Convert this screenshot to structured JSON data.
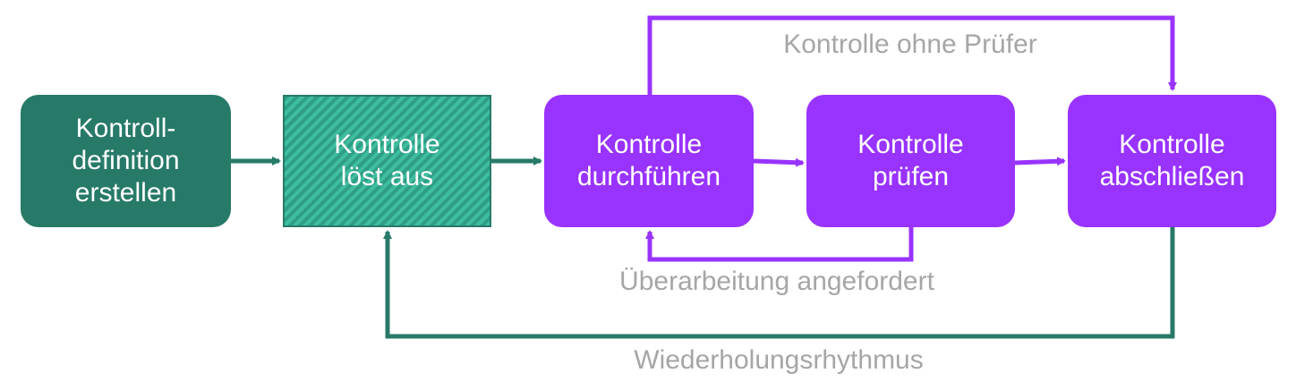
{
  "boxes": {
    "define": "Kontroll-\ndefinition\nerstellen",
    "trigger": "Kontrolle\nlöst aus",
    "perform": "Kontrolle\ndurchführen",
    "review": "Kontrolle\nprüfen",
    "complete": "Kontrolle\nabschließen"
  },
  "edges": {
    "no_reviewer": "Kontrolle ohne Prüfer",
    "rework": "Überarbeitung angefordert",
    "recurrence": "Wiederholungsrhythmus"
  },
  "colors": {
    "green": "#277a68",
    "hatch_light": "#3fbe9f",
    "purple": "#9933ff",
    "label_gray": "#a6a6a6"
  }
}
